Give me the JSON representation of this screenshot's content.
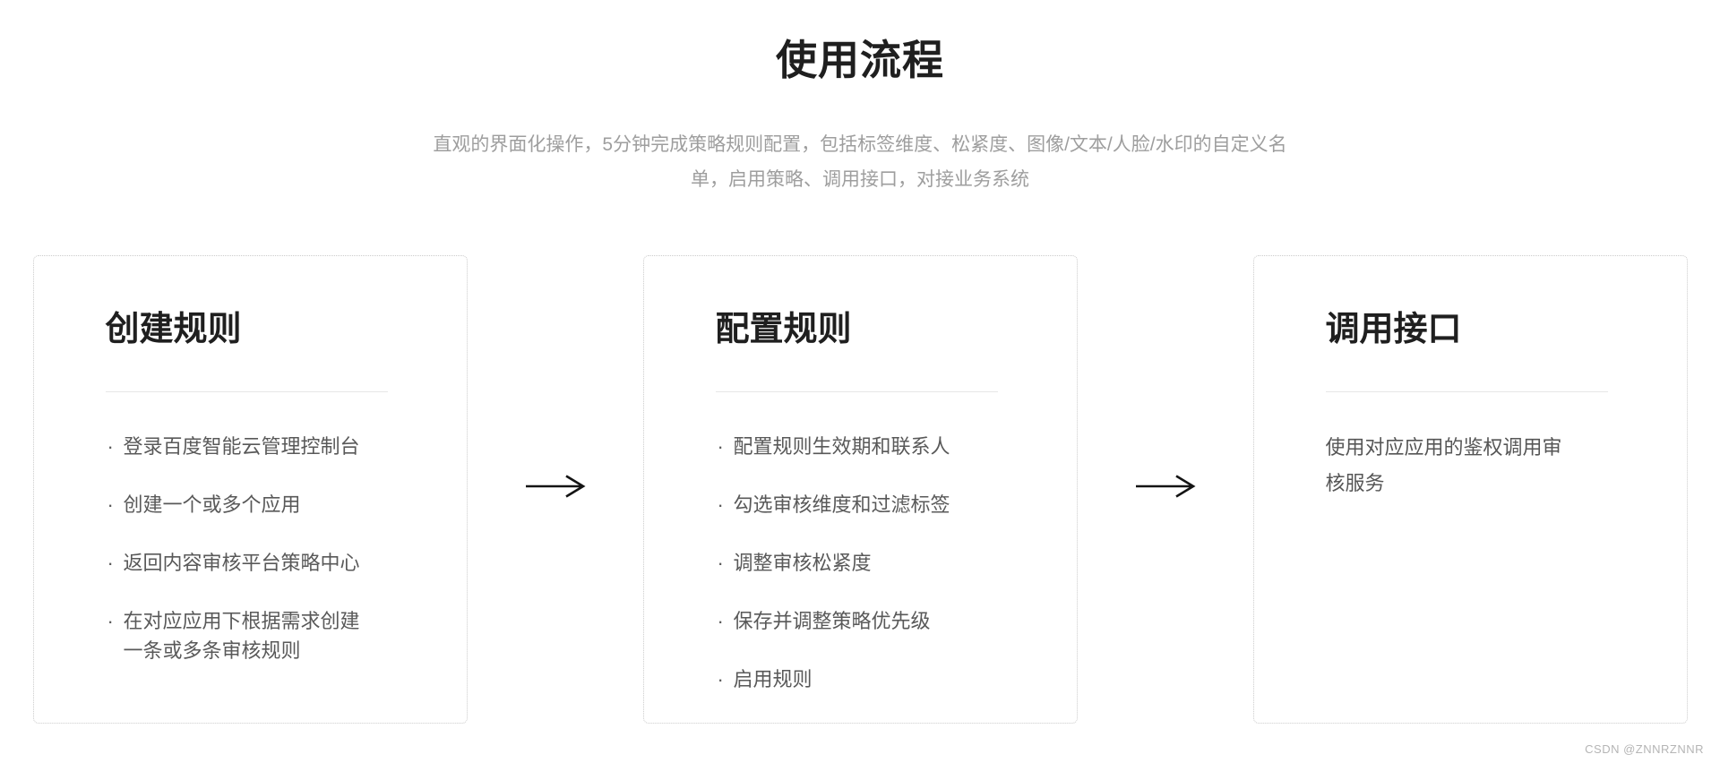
{
  "header": {
    "title": "使用流程",
    "subtitle_lines": [
      "直观的界面化操作，5分钟完成策略规则配置，包括标签维度、松紧度、图像/文本/人脸/水印的自定义名",
      "单，启用策略、调用接口，对接业务系统"
    ]
  },
  "bullet_char": "·",
  "steps": [
    {
      "title": "创建规则",
      "bulleted": true,
      "items": [
        {
          "lines": [
            "登录百度智能云管理控制台"
          ]
        },
        {
          "lines": [
            "创建一个或多个应用"
          ]
        },
        {
          "lines": [
            "返回内容审核平台策略中心"
          ]
        },
        {
          "lines": [
            "在对应应用下根据需求创建",
            "一条或多条审核规则"
          ]
        }
      ]
    },
    {
      "title": "配置规则",
      "bulleted": true,
      "items": [
        {
          "lines": [
            "配置规则生效期和联系人"
          ]
        },
        {
          "lines": [
            "勾选审核维度和过滤标签"
          ]
        },
        {
          "lines": [
            "调整审核松紧度"
          ]
        },
        {
          "lines": [
            "保存并调整策略优先级"
          ]
        },
        {
          "lines": [
            "启用规则"
          ]
        }
      ]
    },
    {
      "title": "调用接口",
      "bulleted": false,
      "description_lines": [
        "使用对应应用的鉴权调用审",
        "核服务"
      ]
    }
  ],
  "watermark": "CSDN @ZNNRZNNR",
  "colors": {
    "title": "#1f1f1f",
    "subtitle": "#9e9e9e",
    "card_border": "#cbcbcb",
    "divider": "#e7e7e7",
    "body_text": "#595959",
    "arrow": "#141414",
    "watermark": "#b5b5b5"
  }
}
